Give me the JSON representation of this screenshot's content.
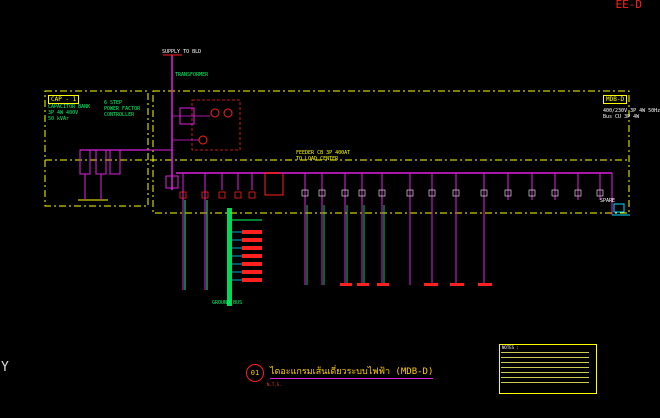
{
  "sheet": {
    "id": "EE-D",
    "ucs_label": "Y"
  },
  "drawing": {
    "number": "01",
    "title": "ไดอะแกรมเส้นเดี่ยวระบบไฟฟ้า (MDB-D)",
    "scale": "N.T.S."
  },
  "panels": {
    "cap": "CAP - 1",
    "mdb": "MDB-D"
  },
  "labels": {
    "supply": "SUPPLY TO BLD",
    "cap_spec": "CAPACITOR BANK\n3P 4W 400V\n50 kVAr",
    "step": "6 STEP\nPOWER FACTOR\nCONTROLLER",
    "mdb_spec": "400/230V 3P 4W 50Hz\nBus CU 3P 4W",
    "tx": "TRANSFORMER",
    "feeder": "FEEDER CB 3P 400AT\nTO LOAD CENTER",
    "ground": "GROUND BUS",
    "spare": "SPARE"
  },
  "colors": {
    "bus": "#e020e0",
    "frame": "#ffff00",
    "cable": "#00ff66",
    "text": "#ffffff",
    "accent": "#ff2020",
    "cyan": "#00e0ff"
  },
  "notes": {
    "heading": "NOTES :"
  }
}
